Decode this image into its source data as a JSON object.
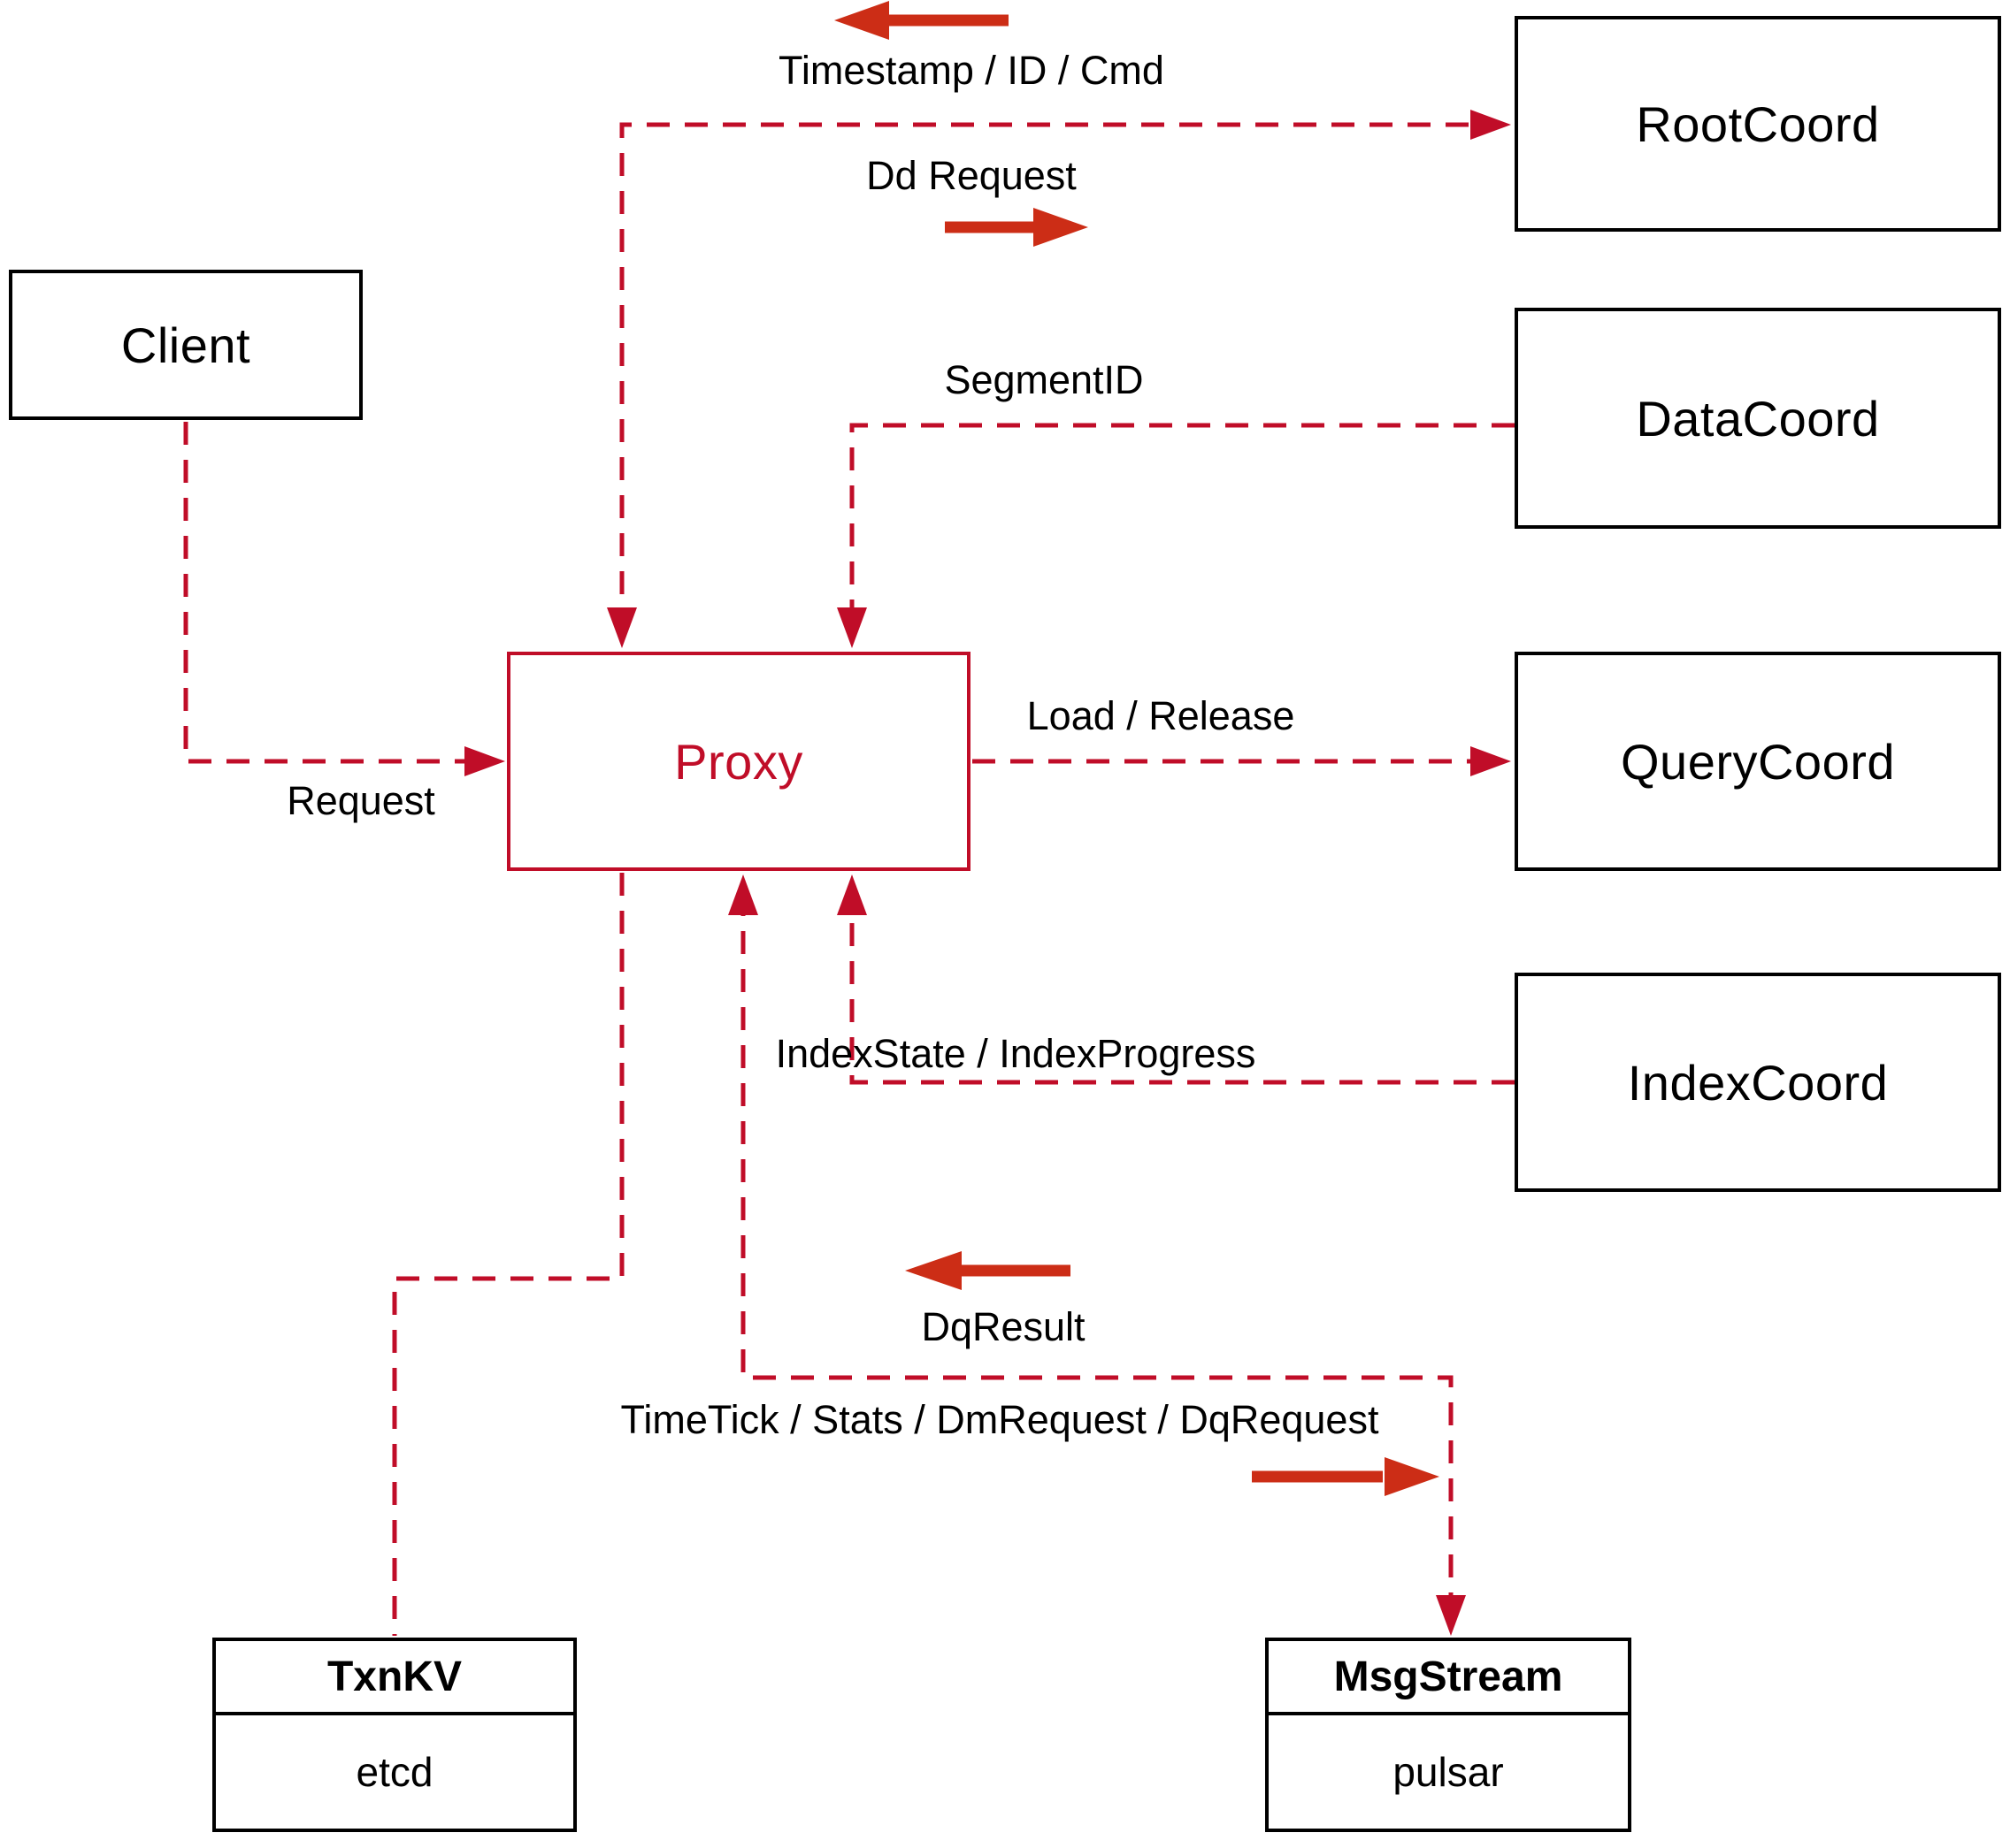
{
  "diagram": {
    "title": "Proxy interaction diagram",
    "colors": {
      "line_red": "#c00d28",
      "arrow_red": "#cc2d16",
      "box_border": "#000000",
      "text": "#000000",
      "background": "#ffffff"
    },
    "nodes": {
      "client": {
        "label": "Client"
      },
      "proxy": {
        "label": "Proxy"
      },
      "root_coord": {
        "label": "RootCoord"
      },
      "data_coord": {
        "label": "DataCoord"
      },
      "query_coord": {
        "label": "QueryCoord"
      },
      "index_coord": {
        "label": "IndexCoord"
      },
      "txn_kv": {
        "title": "TxnKV",
        "impl": "etcd"
      },
      "msg_stream": {
        "title": "MsgStream",
        "impl": "pulsar"
      }
    },
    "edge_labels": {
      "timestamp_id_cmd": "Timestamp / ID / Cmd",
      "dd_request": "Dd Request",
      "segment_id": "SegmentID",
      "load_release": "Load / Release",
      "index_state_progress": "IndexState / IndexProgress",
      "request": "Request",
      "dq_result": "DqResult",
      "timetick_stats": "TimeTick / Stats / DmRequest / DqRequest"
    }
  }
}
